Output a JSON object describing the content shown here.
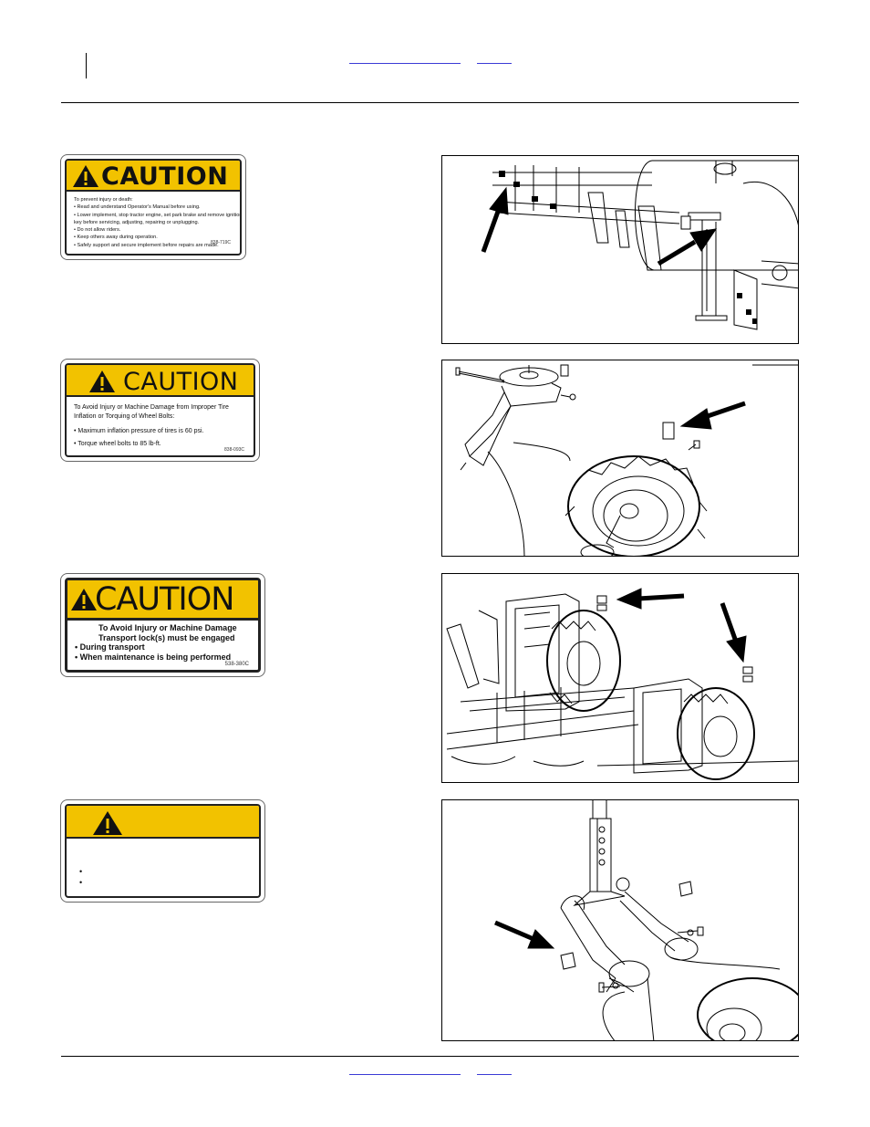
{
  "decals": [
    {
      "heading": "CAUTION",
      "lines": [
        "To prevent injury or death:",
        "• Read and understand Operator's Manual before using.",
        "• Lower implement, stop tractor engine, set park brake and remove ignition",
        "  key before servicing, adjusting, repairing or unplugging.",
        "• Do not allow riders.",
        "• Keep others away during operation.",
        "• Safely support and secure implement before repairs are made."
      ],
      "part_number": "838-719C"
    },
    {
      "heading": "CAUTION",
      "lines": [
        "To Avoid Injury or Machine Damage from Improper Tire",
        "Inflation or Torquing of Wheel Bolts:",
        "• Maximum inflation pressure of tires is 60 psi.",
        "• Torque wheel bolts to 85 lb-ft."
      ],
      "part_number": "838-093C"
    },
    {
      "heading": "CAUTION",
      "lines": [
        "To Avoid Injury or Machine Damage",
        "Transport lock(s) must be engaged",
        "• During transport",
        "• When maintenance is being performed"
      ],
      "part_number": "538-380C"
    },
    {
      "heading": "",
      "lines": [
        "•",
        "•"
      ],
      "part_number": ""
    }
  ],
  "colors": {
    "decal_yellow": "#f2c200",
    "link_blue": "#3b3bd6"
  }
}
